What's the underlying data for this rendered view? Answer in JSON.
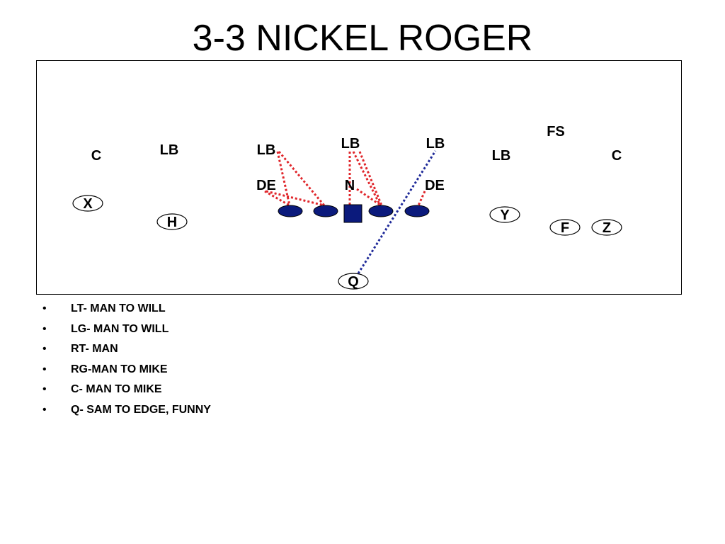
{
  "title": "3-3 NICKEL ROGER",
  "colors": {
    "line_red": "#e0262b",
    "line_blue": "#1f2a99",
    "lineman_fill": "#0b1a7c"
  },
  "defense_labels": {
    "c_left": "C",
    "lb_far_left": "LB",
    "lb_left": "LB",
    "lb_mid_left": "LB",
    "lb_mid_right": "LB",
    "lb_right": "LB",
    "fs": "FS",
    "c_right": "C",
    "de_left": "DE",
    "n": "N",
    "de_right": "DE"
  },
  "offense_labels": {
    "x": "X",
    "h": "H",
    "y": "Y",
    "f": "F",
    "z": "Z",
    "q": "Q"
  },
  "assignments": [
    "LT- MAN TO WILL",
    "LG- MAN TO WILL",
    "RT- MAN",
    "RG-MAN TO MIKE",
    "C- MAN TO MIKE",
    "Q- SAM TO EDGE, FUNNY"
  ],
  "bullet_glyph": "•"
}
